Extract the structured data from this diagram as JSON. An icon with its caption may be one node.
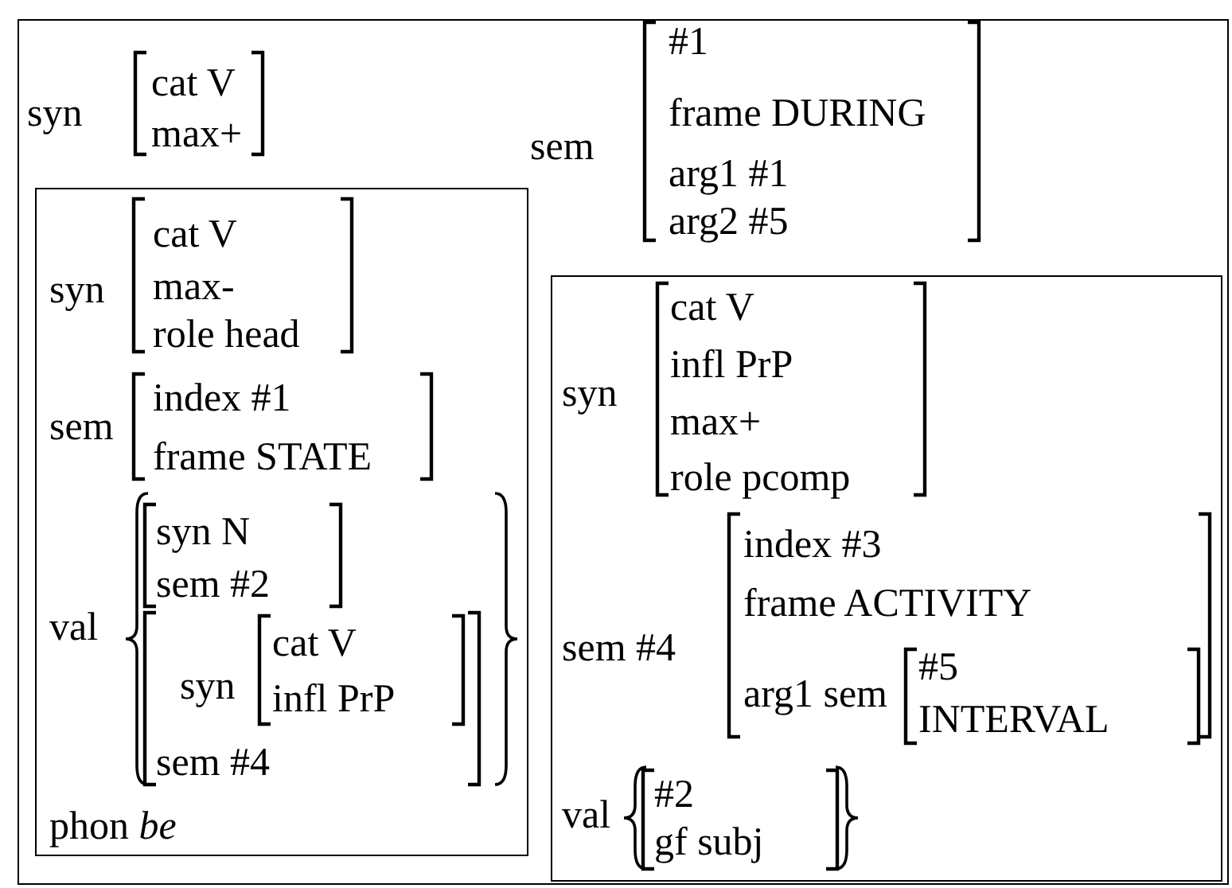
{
  "diagram": {
    "nodes": [
      {
        "text": [
          "syn",
          "cat V",
          "max+",
          "sem",
          "#1",
          "frame DURING",
          "arg1 #1",
          "arg2 #5"
        ]
      },
      {
        "text": [
          "syn",
          "cat V",
          "max-",
          "role head",
          "sem",
          "index #1",
          "frame STATE",
          "val",
          "syn N",
          "sem #2",
          "syn",
          "cat V",
          "infl PrP",
          "sem #4",
          "phon *be*"
        ],
        "in": 0
      },
      {
        "text": [
          "syn",
          "cat V",
          "infl PrP",
          "max+",
          "role pcomp",
          "sem #4",
          "index #3",
          "frame ACTIVITY",
          "arg1 sem",
          "#5",
          "INTERVAL",
          "val",
          "#2",
          "gf subj"
        ],
        "in": 0
      }
    ]
  }
}
